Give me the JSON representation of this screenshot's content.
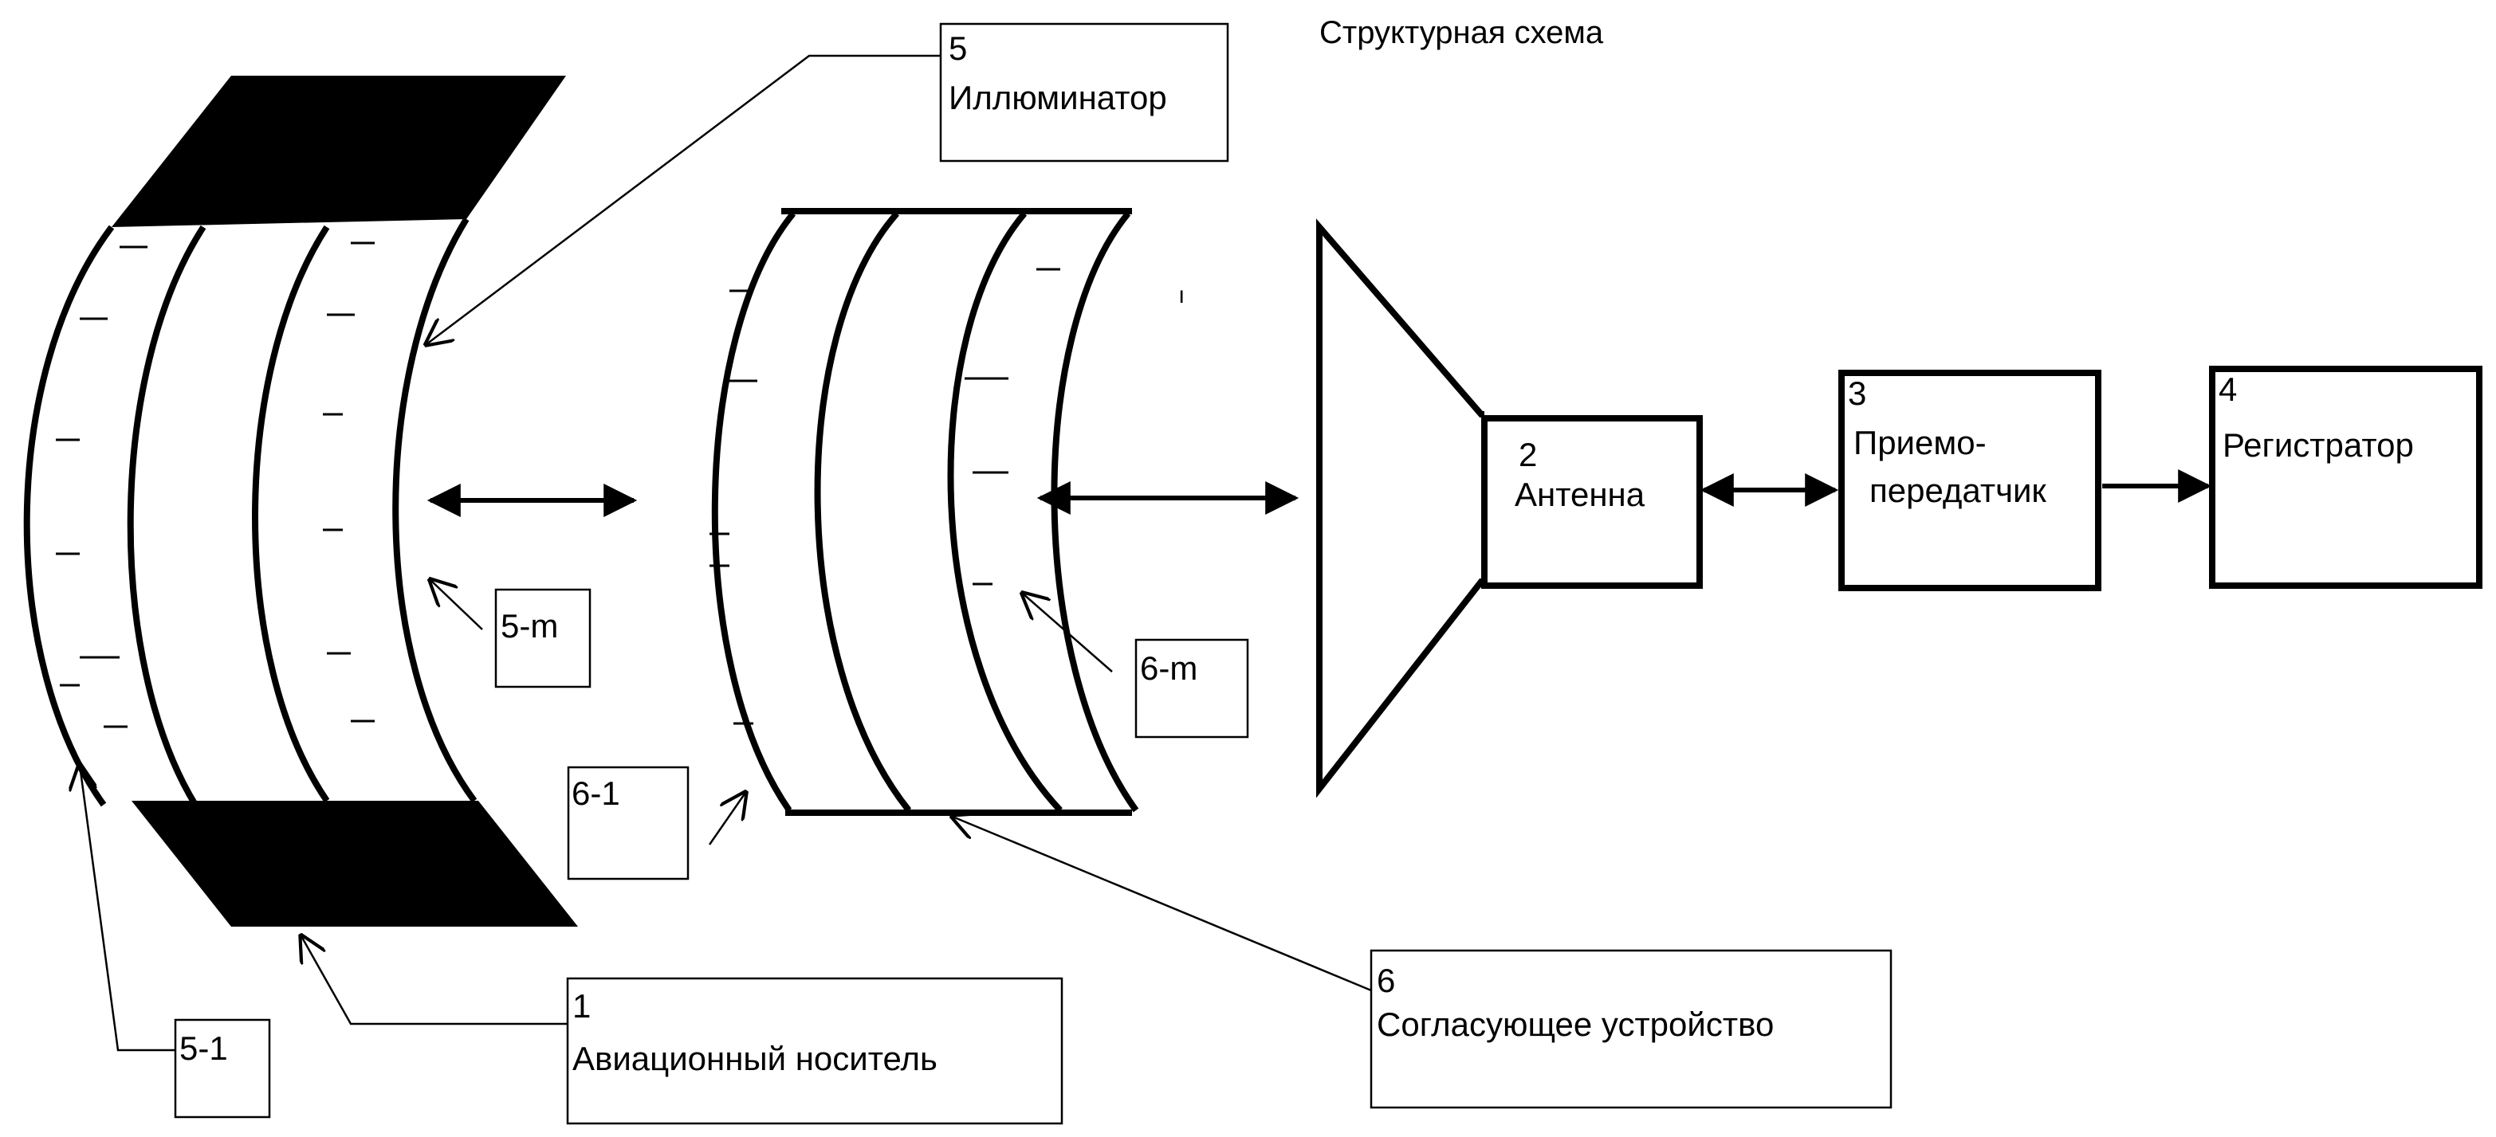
{
  "title": "Структурная схема",
  "labels": {
    "illuminator_num": "5",
    "illuminator_name": "Иллюминатор",
    "antenna_num": "2",
    "antenna_name": "Антенна",
    "transceiver_num": "3",
    "transceiver_name_1": "Приемо-",
    "transceiver_name_2": "передатчик",
    "recorder_num": "4",
    "recorder_name": "Регистратор",
    "carrier_num": "1",
    "carrier_name": "Авиационный носитель",
    "matcher_num": "6",
    "matcher_name": "Согласующее устройство",
    "tag_5m": "5-m",
    "tag_6m": "6-m",
    "tag_61": "6-1",
    "tag_51": "5-1"
  },
  "stray_mark": "ı",
  "colors": {
    "ink": "#000000",
    "background": "#ffffff"
  }
}
